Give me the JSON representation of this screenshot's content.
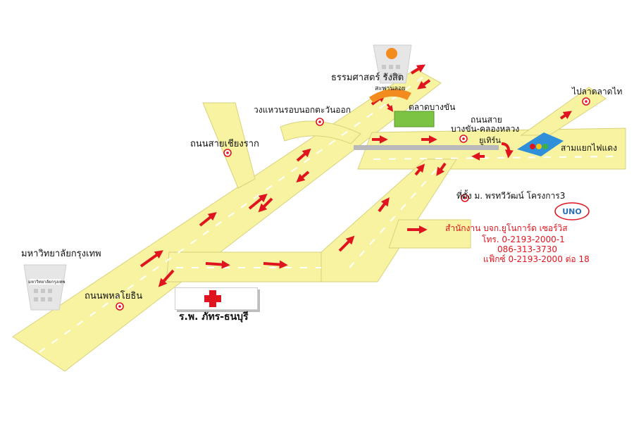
{
  "labels": {
    "bangkok_university": "มหาวิทยาลัยกรุงเทพ",
    "bangkok_university_sign": "มหาวิทยาลัยกรุงเทพ",
    "phahon_yothin": "ถนนพหลโยธิน",
    "hospital": "ร.พ. ภัทร-ธนบุรี",
    "chiang_rak": "ถนนสายเชียงราก",
    "east_ring": "วงแหวนรอบนอกตะวันออก",
    "thammasat": "ธรรมศาสตร์ รังสิต",
    "pedestrian_bridge": "สะพานลอย",
    "bang_khan_market": "ตลาดบางขัน",
    "bang_khan_road_line1": "ถนนสาย",
    "bang_khan_road_line2": "บางขัน-คลองหลวง",
    "u_turn": "ยูเทิร์น",
    "lat_lum_kaeo": "ไปลาดลาดไท",
    "sam_yaek": "สามแยกไฟแดง",
    "location": "ที่ตั้ง ม. พรทวีวัฒน์ โครงการ3",
    "logo_text": "UNO"
  },
  "contact": {
    "office": "สำนักงาน บจก.ยูโนการ์ด เซอร์วิส",
    "phone1": "โทร. 0-2193-2000-1",
    "phone2": "086-313-3730",
    "fax": "แฟ็กซ์ 0-2193-2000 ต่อ 18"
  },
  "colors": {
    "road": "#f7f3a1",
    "road_edge": "#d8d27a",
    "arrow": "#e0141e",
    "market": "#7cc243",
    "orange_bridge": "#f28c1e",
    "traffic_sign": "#2f8fd8",
    "hospital_cross": "#e0141e"
  }
}
